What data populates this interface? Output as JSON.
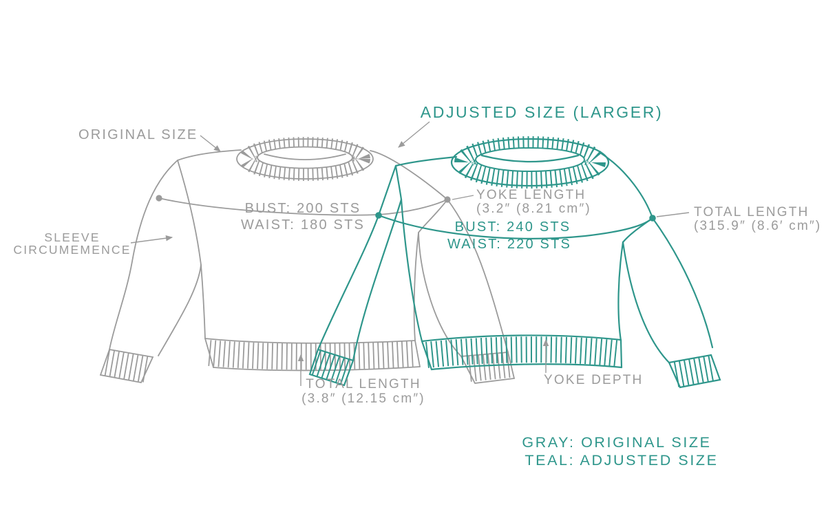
{
  "labels": {
    "original_size": "ORIGINAL SIZE",
    "adjusted_size": "ADJUSTED SIZE (LARGER)",
    "sleeve_line1": "SLEEVE",
    "sleeve_line2": "CIRCUMEMENCE",
    "yoke_depth": "YOKE DEPTH"
  },
  "original": {
    "bust": "BUST: 200 STS",
    "waist": "WAIST: 180 STS",
    "total_length_label": "TOTAL LENGTH",
    "total_length_value": "(3.8″ (12.15 cm″)"
  },
  "adjusted": {
    "bust": "BUST: 240 STS",
    "waist": "WAIST: 220 STS",
    "yoke_length_label": "YOKE LENGTH",
    "yoke_length_value": "(3.2″ (8.21 cm″)",
    "total_length_label": "TOTAL LENGTH",
    "total_length_value": "(315.9″ (8.6′ cm″)"
  },
  "legend": {
    "gray": "GRAY: ORIGINAL SIZE",
    "teal": "TEAL: ADJUSTED SIZE"
  },
  "colors": {
    "gray": "#9b9b9b",
    "teal": "#2e968b",
    "background": "#ffffff"
  }
}
